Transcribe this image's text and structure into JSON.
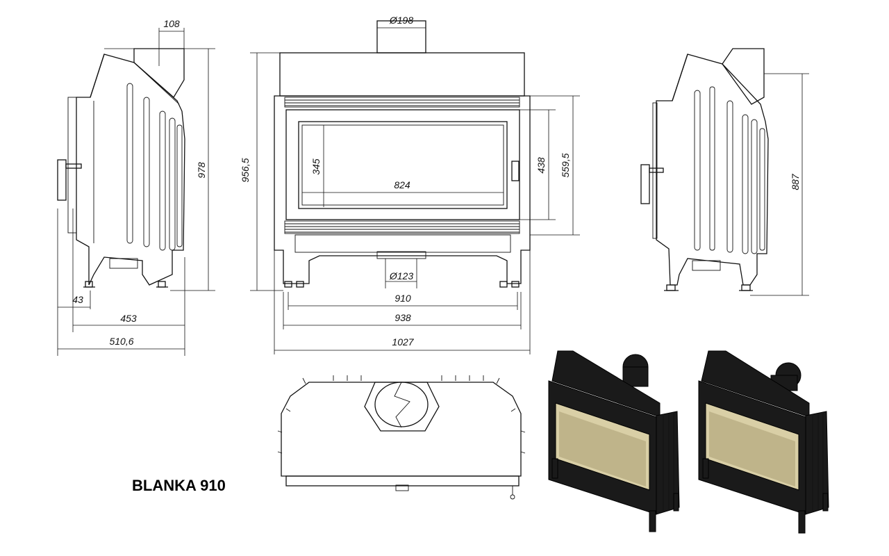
{
  "title": "BLANKA 910",
  "dimensions": {
    "flue_width": "108",
    "flue_diameter": "Ø198",
    "air_inlet_diameter": "Ø123",
    "side_height": "978",
    "front_height": "956,5",
    "glass_height": "345",
    "glass_width": "824",
    "door_height_inner": "438",
    "door_height_outer": "559,5",
    "side_height_alt": "887",
    "handle_depth": "43",
    "body_depth": "453",
    "total_depth": "510,6",
    "feet_span": "910",
    "body_width": "938",
    "total_width": "1027"
  },
  "colors": {
    "line": "#111111",
    "background": "#ffffff",
    "render_body": "#1a1a1a",
    "render_glass": "#d9cfa6"
  }
}
